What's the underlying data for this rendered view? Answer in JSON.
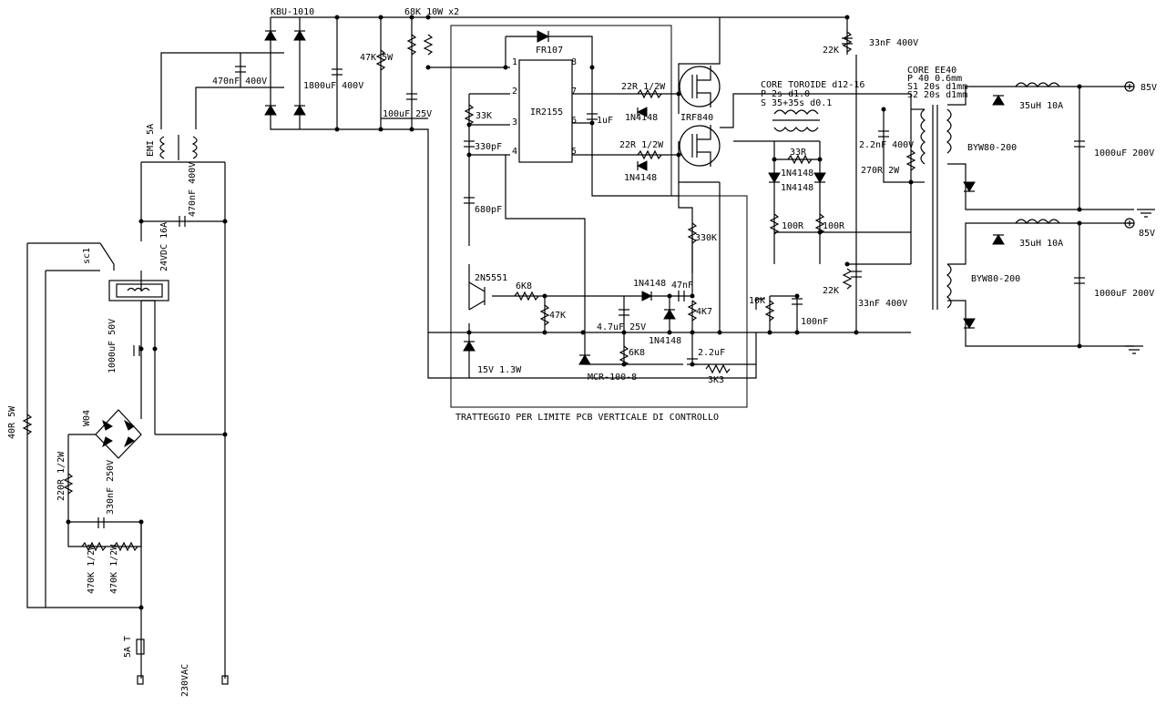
{
  "labels": {
    "kbu": "KBU-1010",
    "r68k": "68K  10W x2",
    "c470n400": "470nF 400V",
    "c1800": "1800uF 400V",
    "r47k5w": "47K 5W",
    "c100u25": "100uF 25V",
    "fr107": "FR107",
    "ir2155": "IR2155",
    "r33k": "33K",
    "c330p": "330pF",
    "c1u": "1uF",
    "r22r_top": "22R 1/2W",
    "d1n4148_top": "1N4148",
    "irf840": "IRF840",
    "r22r_bot": "22R 1/2W",
    "d1n4148_bot": "1N4148",
    "c680p": "680pF",
    "r330k": "330K",
    "q2n5551": "2N5551",
    "r6k8": "6K8",
    "r47k": "47K",
    "d1n4148_mid": "1N4148",
    "c47n": "47nF",
    "r4k7": "4K7",
    "c4u7": "4.7uF 25V",
    "d1n4148_low": "1N4148",
    "r6k8b": "6K8",
    "c2u2": "2.2uF",
    "z15v": "15V 1.3W",
    "mcr": "MCR-100-8",
    "r3k3": "3K3",
    "r10k": "10K",
    "c100n": "100nF",
    "r22k_top": "22K",
    "c33n_top": "33nF 400V",
    "r22k_bot": "22K",
    "c33n_bot": "33nF 400V",
    "toroid_title": "CORE TOROIDE d12-16",
    "toroid_p": "P 2s d1.0",
    "toroid_s": "S 35+35s d0.1",
    "r33r": "33R",
    "d1n4148_t1": "1N4148",
    "d1n4148_t2": "1N4148",
    "r100r_a": "100R",
    "r100r_b": "100R",
    "c2n2": "2.2nF 400V",
    "r270r": "270R 2W",
    "ee40_title": "CORE EE40",
    "ee40_p": "P 40 0.6mm",
    "ee40_s1": "S1 20s d1mm",
    "ee40_s2": "S2 20s d1mm",
    "byw_top": "BYW80-200",
    "byw_bot": "BYW80-200",
    "l35u_top": "35uH 10A",
    "l35u_bot": "35uH 10A",
    "c1000_top": "1000uF 200V",
    "c1000_bot": "1000uF 200V",
    "v85_top": "85V",
    "v85_bot": "85V",
    "emi": "EMI 5A",
    "c470n400v": "470nF 400V",
    "sc1": "sc1",
    "relay": "24VDC 16A",
    "c1000u50": "1000uF 50V",
    "w04": "W04",
    "r40r": "40R 5W",
    "r220r": "220R 1/2W",
    "c330n250": "330nF 250V",
    "r470k_a": "470K 1/2W",
    "r470k_b": "470K 1/2W",
    "fuse": "5A T",
    "vac": "230VAC",
    "pcb_note": "TRATTEGGIO PER LIMITE PCB VERTICALE DI CONTROLLO",
    "pin1": "1",
    "pin2": "2",
    "pin3": "3",
    "pin4": "4",
    "pin5": "5",
    "pin6": "6",
    "pin7": "7",
    "pin8": "8"
  }
}
